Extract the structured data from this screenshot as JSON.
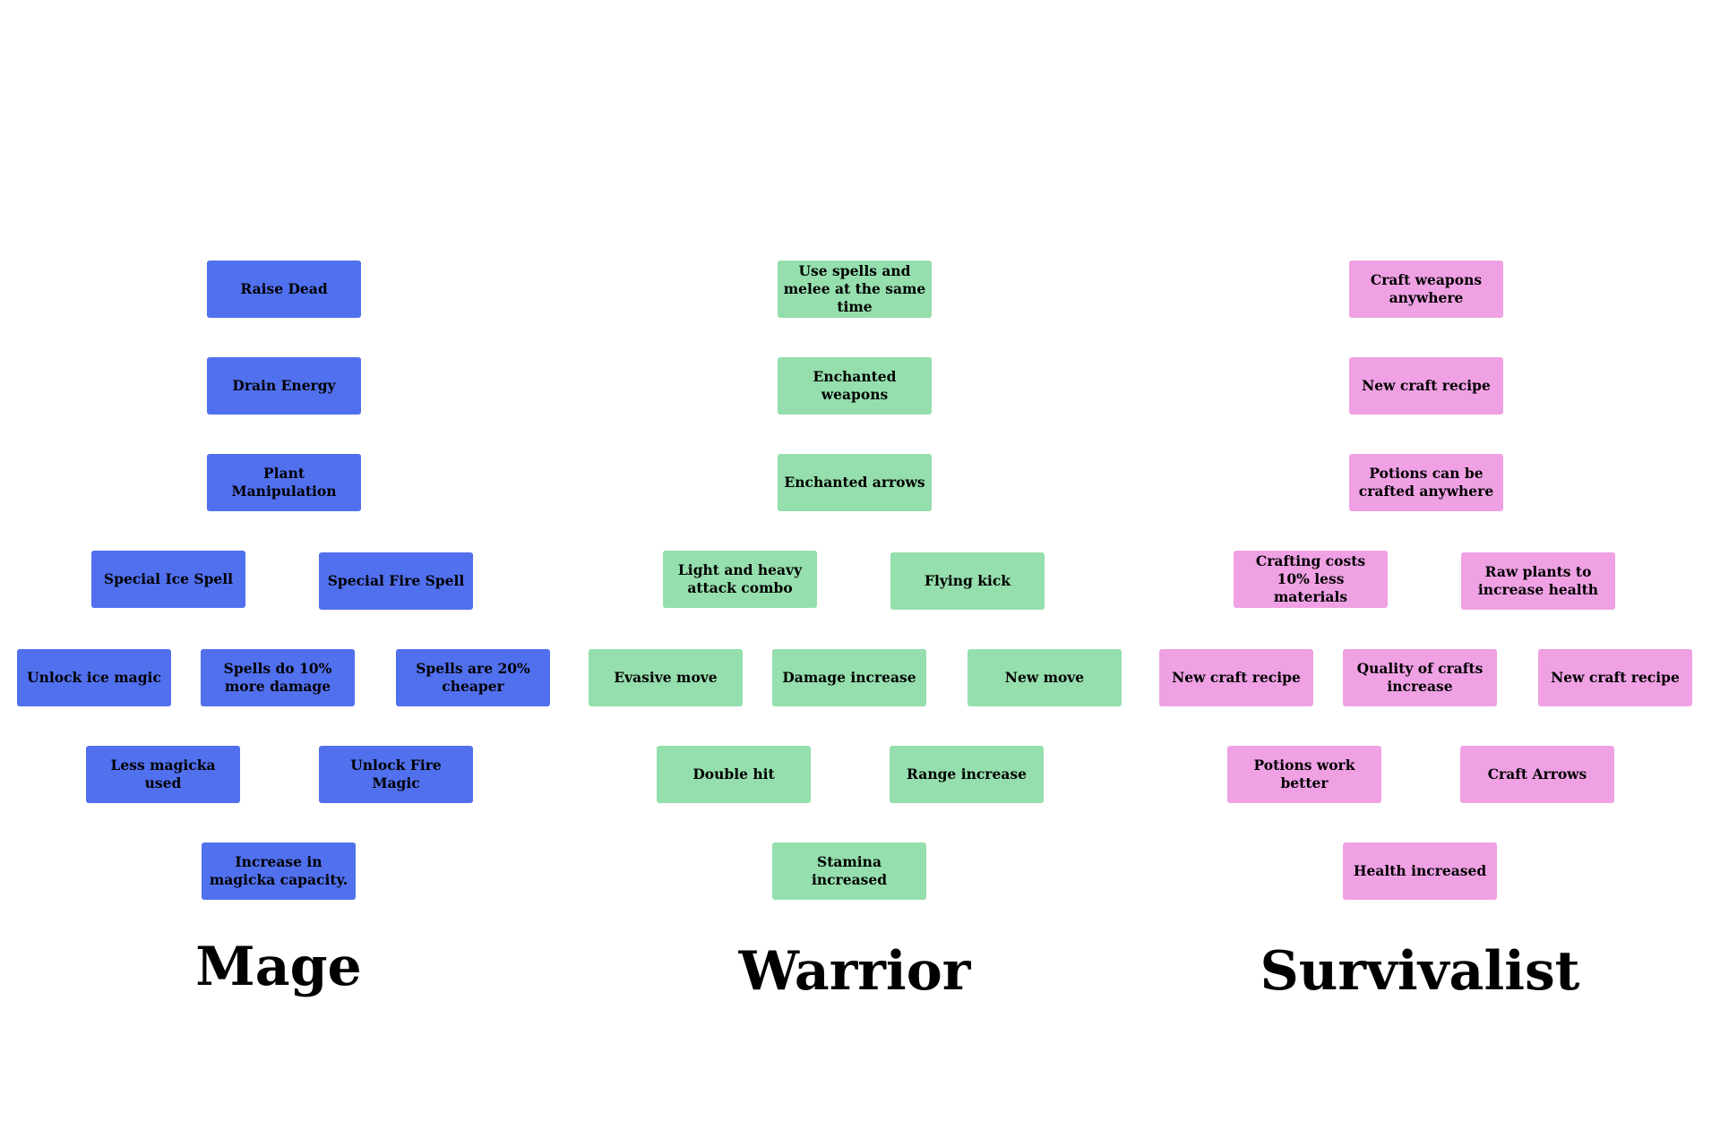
{
  "colors": {
    "mage": "#5170ee",
    "warrior": "#95dead",
    "survivalist": "#efa1e4"
  },
  "trees": [
    {
      "title": "Mage",
      "nodes": [
        "Raise Dead",
        "Drain Energy",
        "Plant Manipulation",
        "Special Ice Spell",
        "Special Fire Spell",
        "Unlock ice magic",
        "Spells do 10% more damage",
        "Spells are 20% cheaper",
        "Less magicka used",
        "Unlock Fire Magic",
        "Increase in magicka capacity."
      ]
    },
    {
      "title": "Warrior",
      "nodes": [
        "Use spells and melee at the same time",
        "Enchanted weapons",
        "Enchanted arrows",
        "Light and heavy attack combo",
        "Flying kick",
        "Evasive move",
        "Damage increase",
        "New move",
        "Double hit",
        "Range increase",
        "Stamina increased"
      ]
    },
    {
      "title": "Survivalist",
      "nodes": [
        "Craft weapons anywhere",
        "New craft recipe",
        "Potions can be crafted anywhere",
        "Crafting costs 10% less materials",
        "Raw plants to increase health",
        "New craft recipe",
        "Quality of crafts increase",
        "New craft recipe",
        "Potions work better",
        "Craft Arrows",
        "Health increased"
      ]
    }
  ]
}
